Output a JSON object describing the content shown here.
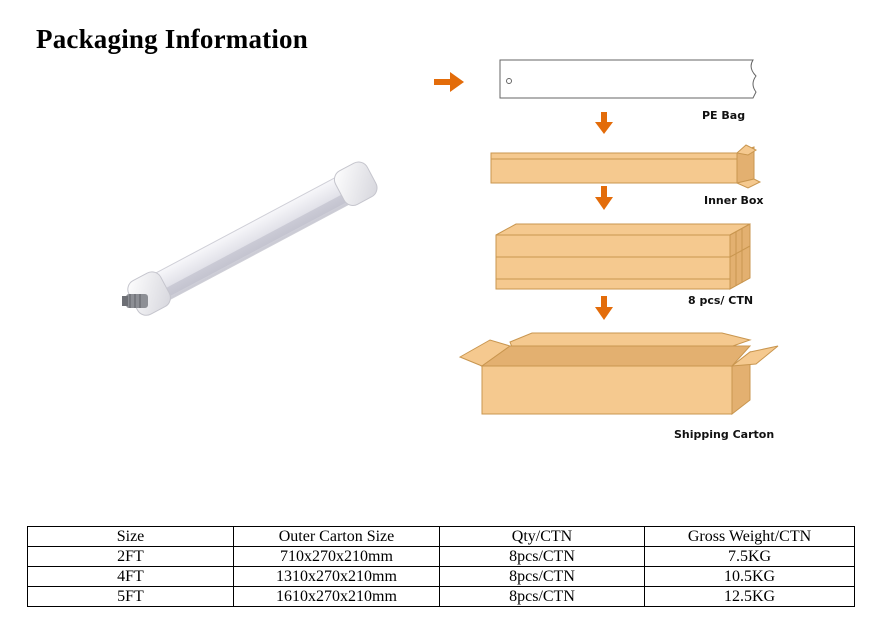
{
  "page": {
    "title": "Packaging Information"
  },
  "steps": [
    {
      "label": "PE Bag"
    },
    {
      "label": "Inner Box"
    },
    {
      "label": "8 pcs/ CTN"
    },
    {
      "label": "Shipping Carton"
    }
  ],
  "colors": {
    "arrow": "#e36c0a",
    "cardboard": "#f5c98f",
    "cardboard_dark": "#e3b070",
    "cardboard_line": "#c9964f"
  },
  "table": {
    "headers": [
      "Size",
      "Outer Carton Size",
      "Qty/CTN",
      "Gross Weight/CTN"
    ],
    "rows": [
      [
        "2FT",
        "710x270x210mm",
        "8pcs/CTN",
        "7.5KG"
      ],
      [
        "4FT",
        "1310x270x210mm",
        "8pcs/CTN",
        "10.5KG"
      ],
      [
        "5FT",
        "1610x270x210mm",
        "8pcs/CTN",
        "12.5KG"
      ]
    ]
  }
}
